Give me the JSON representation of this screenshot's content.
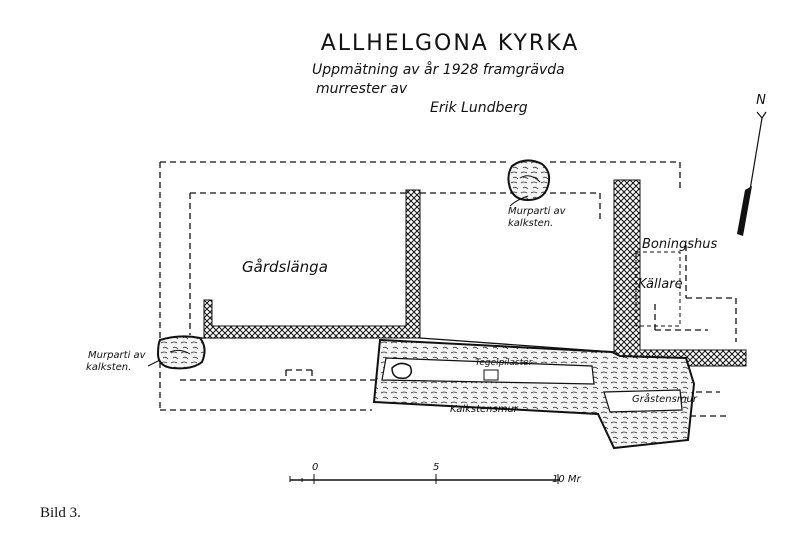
{
  "title": "ALLHELGONA KYRKA",
  "subtitle_line1": "Uppmätning av år 1928 framgrävda",
  "subtitle_line2": "murrester av",
  "author": "Erik Lundberg",
  "north_label": "N",
  "labels": {
    "gardslanga": "Gårdslänga",
    "murparti_top_1": "Murparti av",
    "murparti_top_2": "kalksten.",
    "murparti_left_1": "Murparti av",
    "murparti_left_2": "kalksten.",
    "boningshus": "Boningshus",
    "kallare": "Källare",
    "tegelpilaster": "Tegelpilaster",
    "grastensmur": "Gråstensmur",
    "kalkstensmur": "Kalkstensmur"
  },
  "scale": {
    "tick_0": "0",
    "tick_5": "5",
    "tick_10": "10 Mr"
  },
  "caption": "Bild 3."
}
